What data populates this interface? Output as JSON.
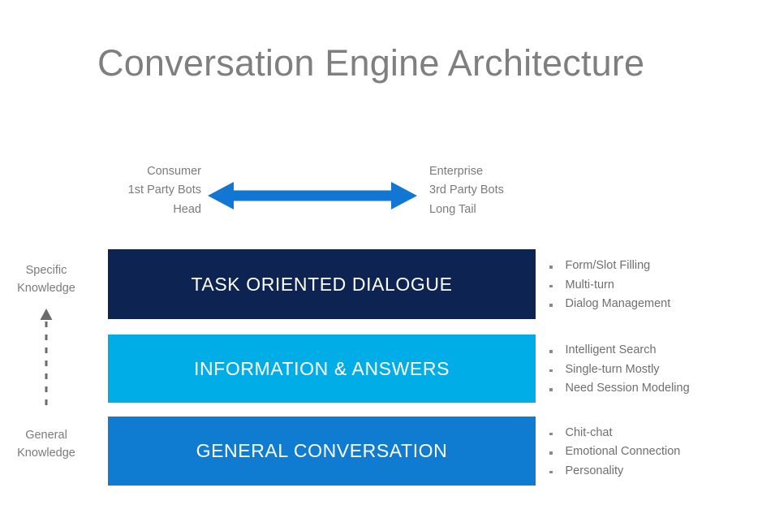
{
  "title": "Conversation Engine Architecture",
  "spectrum": {
    "left_labels": [
      "Consumer",
      "1st Party Bots",
      "Head"
    ],
    "right_labels": [
      "Enterprise",
      "3rd Party Bots",
      "Long Tail"
    ],
    "arrow_icon": "double-headed-horizontal-arrow-icon",
    "arrow_color": "#1277d2"
  },
  "knowledge_axis": {
    "top_label": "Specific\nKnowledge",
    "top_label_line1": "Specific",
    "top_label_line2": "Knowledge",
    "bottom_label_line1": "General",
    "bottom_label_line2": "Knowledge",
    "arrow_icon": "dashed-up-arrow-icon",
    "arrow_color": "#6b6b6b"
  },
  "layers": [
    {
      "name": "TASK ORIENTED DIALOGUE",
      "color": "#0d2351",
      "bullets": [
        "Form/Slot Filling",
        "Multi-turn",
        "Dialog Management"
      ]
    },
    {
      "name": "INFORMATION & ANSWERS",
      "color": "#00ade6",
      "bullets": [
        "Intelligent Search",
        "Single-turn Mostly",
        "Need Session Modeling"
      ]
    },
    {
      "name": "GENERAL CONVERSATION",
      "color": "#0f7bd1",
      "bullets": [
        "Chit-chat",
        "Emotional Connection",
        "Personality"
      ]
    }
  ],
  "colors": {
    "background": "#ffffff",
    "title_text": "#7f7f7f",
    "body_text": "#7b7b7b",
    "bar_text": "#ffffff"
  }
}
